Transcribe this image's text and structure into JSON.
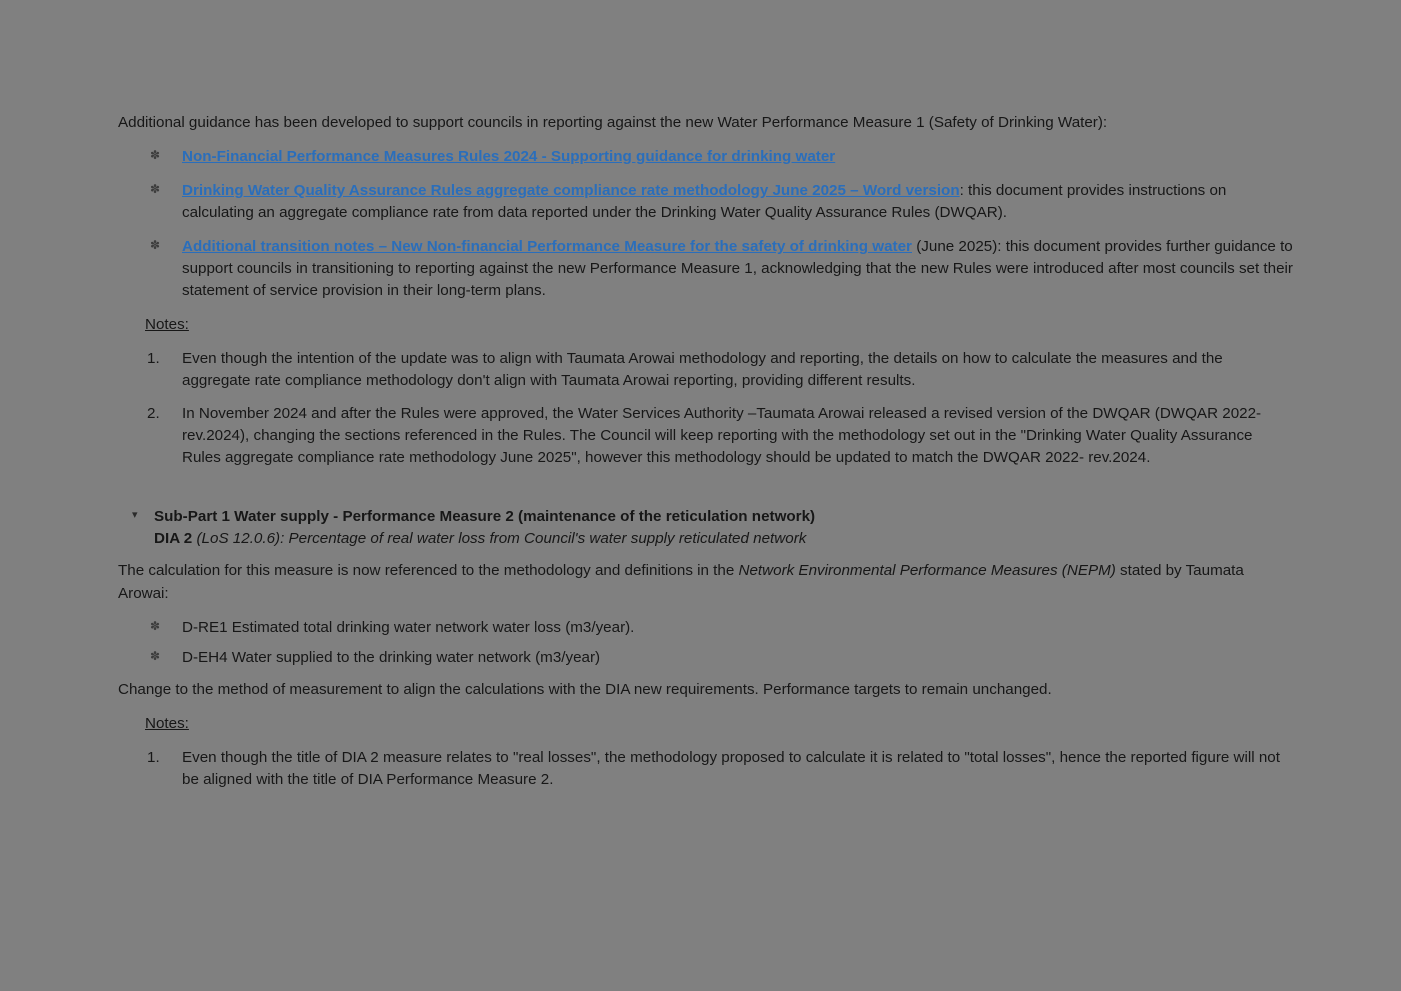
{
  "document": {
    "intro_paragraph": "Additional guidance has been developed to support councils in reporting against the new Water Performance Measure 1 (Safety of Drinking Water):",
    "guidance_links": [
      {
        "link_text": "Non-Financial Performance Measures Rules 2024 - Supporting guidance for drinking water",
        "trailing_text": ""
      },
      {
        "link_text": "Drinking Water Quality Assurance Rules aggregate compliance rate methodology June 2025 – Word version",
        "trailing_text": ": this document provides instructions on calculating an aggregate compliance rate from data reported under the Drinking Water Quality Assurance Rules (DWQAR)."
      },
      {
        "link_text": "Additional transition notes – New Non-financial Performance Measure for the safety of drinking water",
        "trailing_text": "(June 2025): this document provides further guidance to support councils in transitioning to reporting against the new Performance Measure 1, acknowledging that the new Rules were introduced after most councils set their statement of service provision in their long-term plans."
      }
    ],
    "notes_label_1": "Notes:",
    "notes_1": [
      "Even though the intention of the update was to align with Taumata Arowai methodology and reporting, the details on how to calculate the measures and the aggregate rate compliance methodology don't align with Taumata Arowai reporting, providing different results.",
      "In November 2024 and after the Rules were approved, the Water Services Authority –Taumata Arowai released a revised version of the DWQAR (DWQAR 2022-rev.2024), changing the sections referenced in the Rules. The Council will keep reporting with the methodology set out in the \"Drinking Water Quality Assurance Rules aggregate compliance rate methodology June 2025\", however this methodology should be updated to match the DWQAR 2022- rev.2024."
    ],
    "measure_2": {
      "heading": "Sub-Part 1 Water supply - Performance Measure 2 (maintenance of the reticulation network)",
      "dia_label": "DIA 2",
      "dia_description": "(LoS 12.0.6): Percentage of real water loss from Council's water supply reticulated network",
      "calculation_lead": "The calculation for this measure is now referenced to the methodology and definitions in the ",
      "calculation_italic": "Network Environmental Performance Measures (NEPM)",
      "calculation_tail": " stated by Taumata Arowai:",
      "definitions": [
        "D-RE1 Estimated total drinking water network water loss (m3/year).",
        "D-EH4 Water supplied to the drinking water network (m3/year)"
      ],
      "change_paragraph": "Change to the method of measurement to align the calculations with the DIA new requirements. Performance targets to remain unchanged.",
      "notes_label": "Notes:",
      "notes": [
        "Even though the title of DIA 2 measure relates to \"real losses\", the methodology proposed to calculate it is related to \"total losses\", hence the reported figure will not be aligned with the title of DIA Performance Measure 2."
      ]
    }
  },
  "colors": {
    "page_background": "#808080",
    "body_text": "#171717",
    "link": "#2a6ebb"
  }
}
